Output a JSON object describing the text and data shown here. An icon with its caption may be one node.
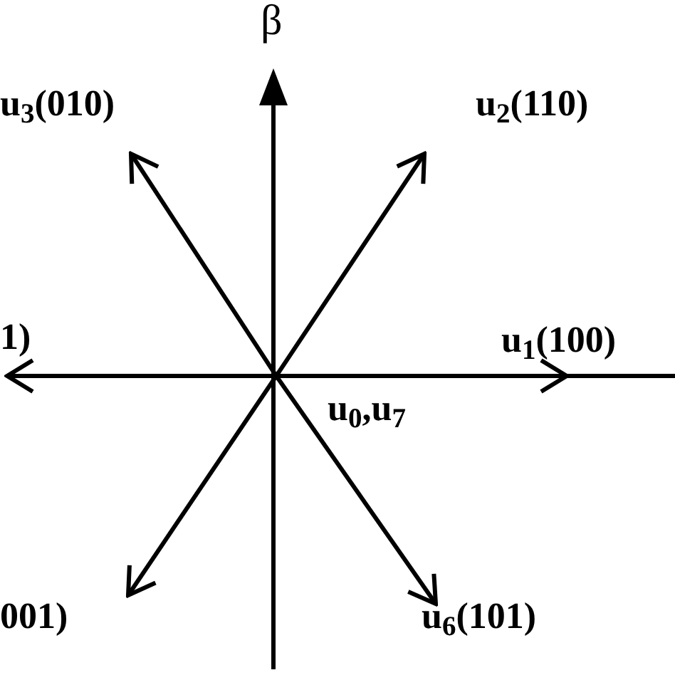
{
  "diagram": {
    "nodes": [
      {
        "text": [
          "u$_{3}$(010)"
        ]
      },
      {
        "text": [
          "u$_{2}$(110)"
        ]
      },
      {
        "text": [
          "1)"
        ]
      },
      {
        "text": [
          "u$_{1}$(100)"
        ]
      },
      {
        "text": [
          "001)"
        ]
      },
      {
        "text": [
          "u$_{6}$(101)"
        ]
      }
    ],
    "edges": [
      {
        "from": null,
        "to": 0,
        "arrow": "to"
      },
      {
        "from": null,
        "to": 1,
        "arrow": "to"
      },
      {
        "from": null,
        "to": 2,
        "arrow": "to"
      },
      {
        "from": null,
        "to": 3,
        "arrow": "to"
      },
      {
        "from": null,
        "to": 4,
        "arrow": "to"
      },
      {
        "from": null,
        "to": 5,
        "arrow": "to"
      }
    ],
    "labels": [
      "β",
      "u$_{0}$,u$_{7}$"
    ]
  }
}
